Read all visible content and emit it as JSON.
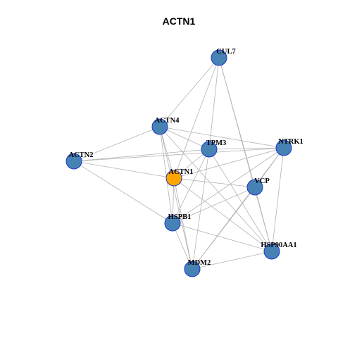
{
  "title": "ACTN1",
  "colors": {
    "node_default_fill": "#4682B4",
    "node_default_stroke": "#1F35C8",
    "node_focus_fill": "#FFA500",
    "node_focus_stroke": "#1F35C8",
    "edge": "#B3B3B3"
  },
  "nodes": [
    {
      "id": "CUL7",
      "label": "CUL7",
      "focus": false
    },
    {
      "id": "ACTN4",
      "label": "ACTN4",
      "focus": false
    },
    {
      "id": "TPM3",
      "label": "TPM3",
      "focus": false
    },
    {
      "id": "NTRK1",
      "label": "NTRK1",
      "focus": false
    },
    {
      "id": "ACTN2",
      "label": "ACTN2",
      "focus": false
    },
    {
      "id": "ACTN1",
      "label": "ACTN1",
      "focus": true
    },
    {
      "id": "VCP",
      "label": "VCP",
      "focus": false
    },
    {
      "id": "HSPB1",
      "label": "HSPB1",
      "focus": false
    },
    {
      "id": "HSP90AA1",
      "label": "HSP90AA1",
      "focus": false
    },
    {
      "id": "MDM2",
      "label": "MDM2",
      "focus": false
    }
  ],
  "edges": [
    [
      "CUL7",
      "ACTN4"
    ],
    [
      "CUL7",
      "TPM3"
    ],
    [
      "CUL7",
      "ACTN1"
    ],
    [
      "CUL7",
      "VCP"
    ],
    [
      "CUL7",
      "HSP90AA1"
    ],
    [
      "ACTN4",
      "ACTN2"
    ],
    [
      "ACTN4",
      "TPM3"
    ],
    [
      "ACTN4",
      "NTRK1"
    ],
    [
      "ACTN4",
      "ACTN1"
    ],
    [
      "ACTN4",
      "HSPB1"
    ],
    [
      "ACTN4",
      "MDM2"
    ],
    [
      "ACTN4",
      "HSP90AA1"
    ],
    [
      "TPM3",
      "NTRK1"
    ],
    [
      "TPM3",
      "ACTN2"
    ],
    [
      "TPM3",
      "ACTN1"
    ],
    [
      "TPM3",
      "HSPB1"
    ],
    [
      "TPM3",
      "MDM2"
    ],
    [
      "TPM3",
      "HSP90AA1"
    ],
    [
      "NTRK1",
      "ACTN1"
    ],
    [
      "NTRK1",
      "VCP"
    ],
    [
      "NTRK1",
      "HSPB1"
    ],
    [
      "NTRK1",
      "HSP90AA1"
    ],
    [
      "NTRK1",
      "MDM2"
    ],
    [
      "ACTN2",
      "ACTN1"
    ],
    [
      "ACTN2",
      "HSPB1"
    ],
    [
      "ACTN2",
      "NTRK1"
    ],
    [
      "ACTN1",
      "VCP"
    ],
    [
      "ACTN1",
      "HSPB1"
    ],
    [
      "ACTN1",
      "MDM2"
    ],
    [
      "ACTN1",
      "HSP90AA1"
    ],
    [
      "VCP",
      "HSPB1"
    ],
    [
      "VCP",
      "HSP90AA1"
    ],
    [
      "VCP",
      "MDM2"
    ],
    [
      "HSPB1",
      "MDM2"
    ],
    [
      "HSPB1",
      "HSP90AA1"
    ],
    [
      "HSP90AA1",
      "MDM2"
    ]
  ]
}
